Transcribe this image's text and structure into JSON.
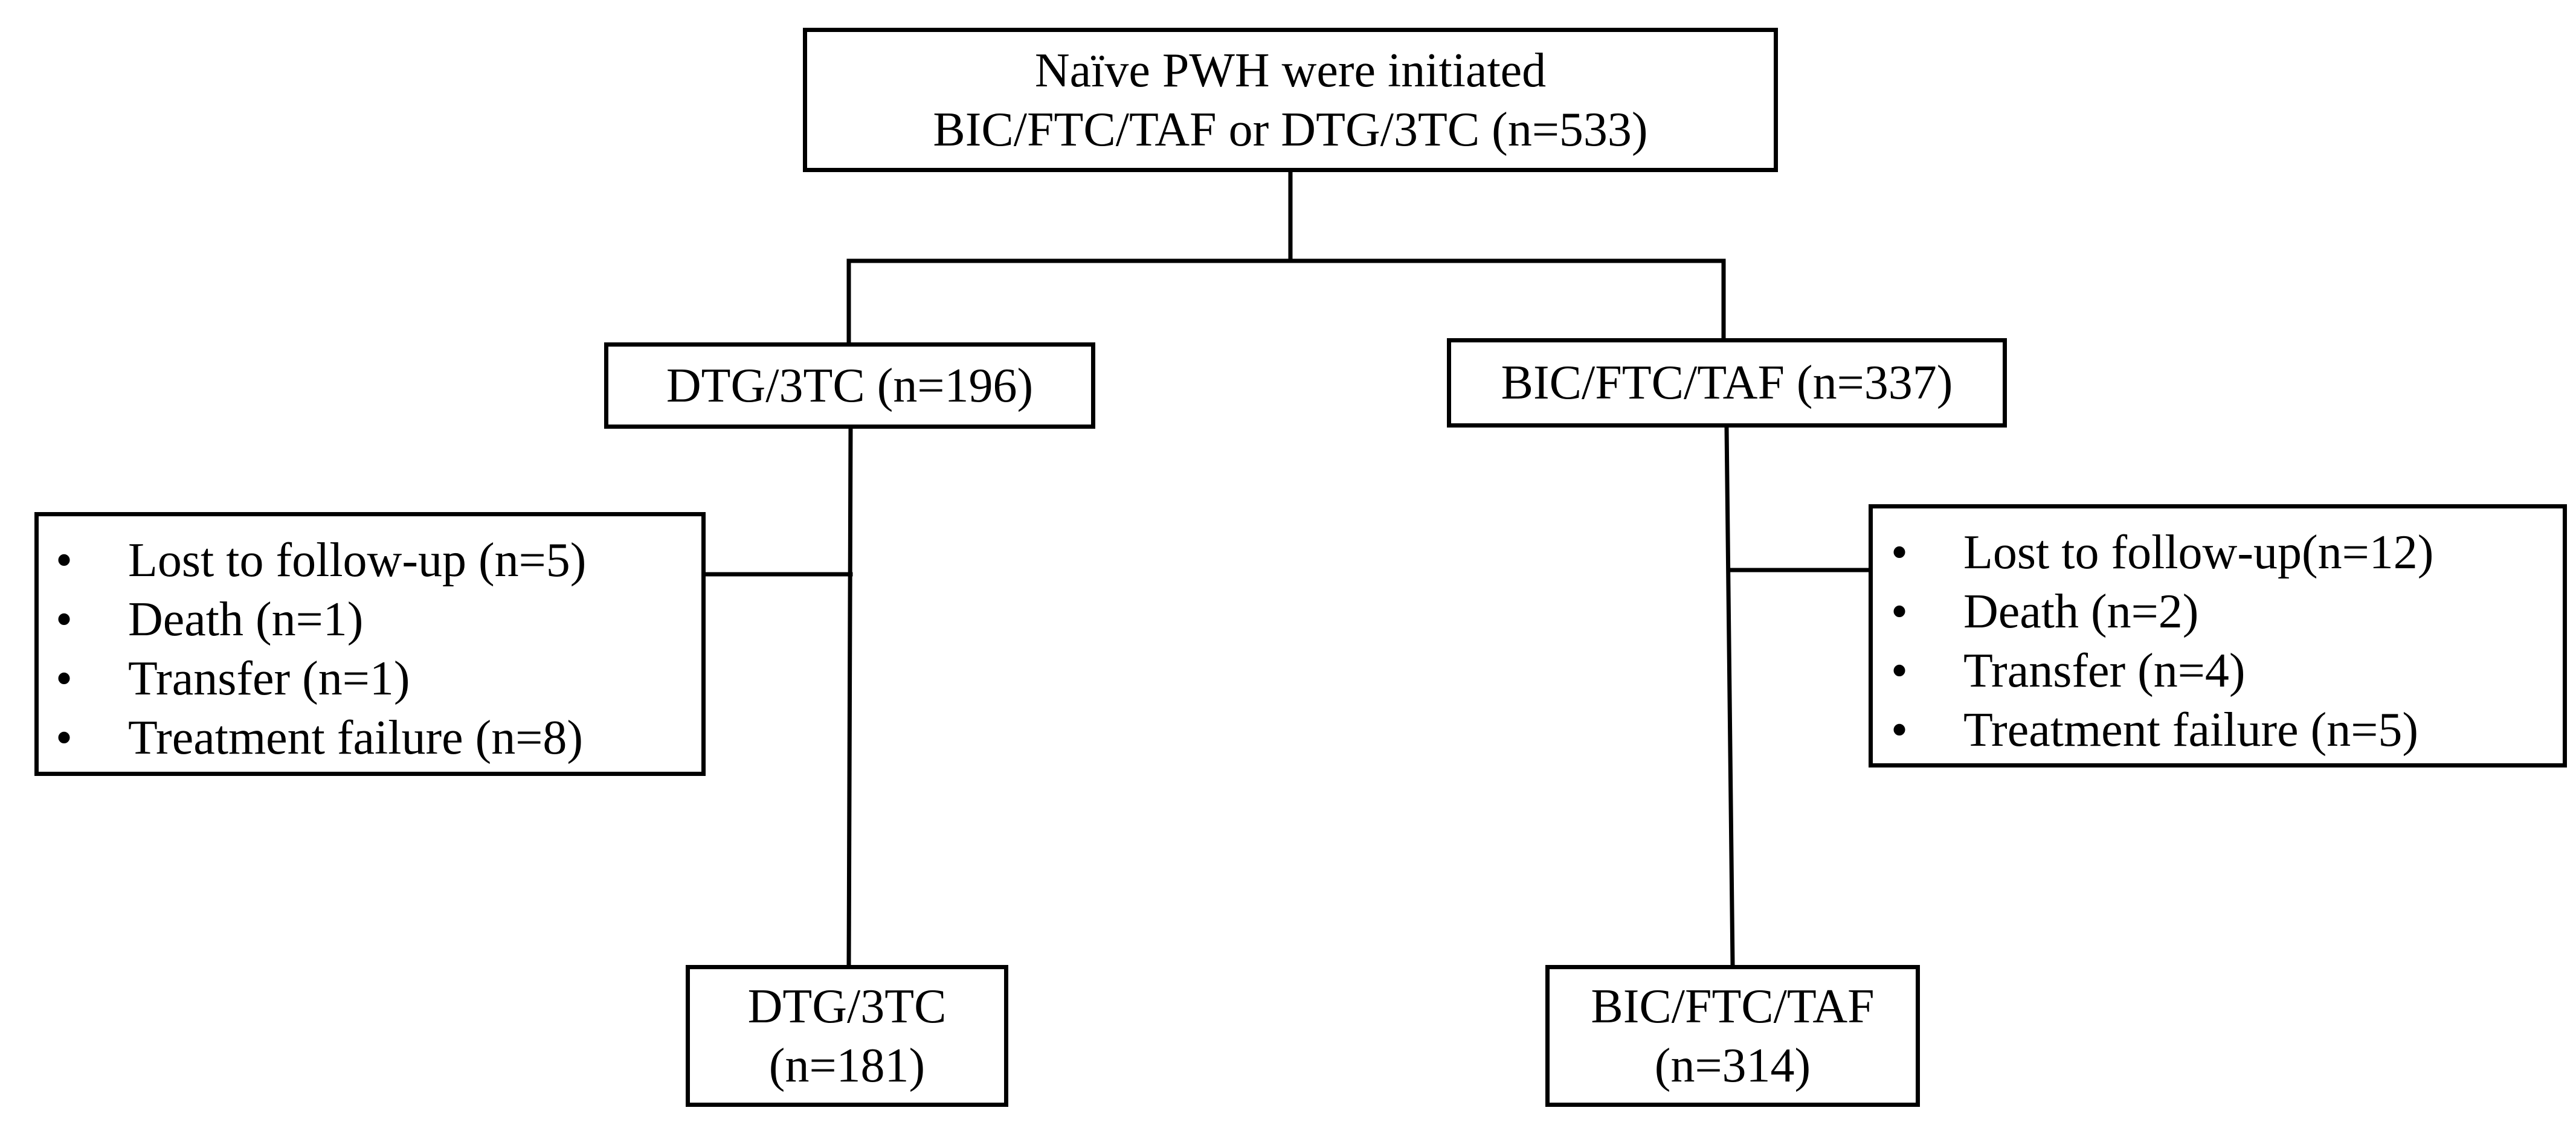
{
  "top": {
    "line1": "Naïve PWH were initiated",
    "line2": "BIC/FTC/TAF or DTG/3TC (n=533)"
  },
  "left_arm": {
    "label": "DTG/3TC (n=196)",
    "exclusions": [
      "Lost to follow-up (n=5)",
      "Death (n=1)",
      "Transfer (n=1)",
      "Treatment failure (n=8)"
    ],
    "final_line1": "DTG/3TC",
    "final_line2": "(n=181)"
  },
  "right_arm": {
    "label": "BIC/FTC/TAF (n=337)",
    "exclusions": [
      "Lost to follow-up(n=12)",
      "Death (n=2)",
      "Transfer (n=4)",
      "Treatment failure (n=5)"
    ],
    "final_line1": "BIC/FTC/TAF",
    "final_line2": "(n=314)"
  },
  "bullet": "•"
}
